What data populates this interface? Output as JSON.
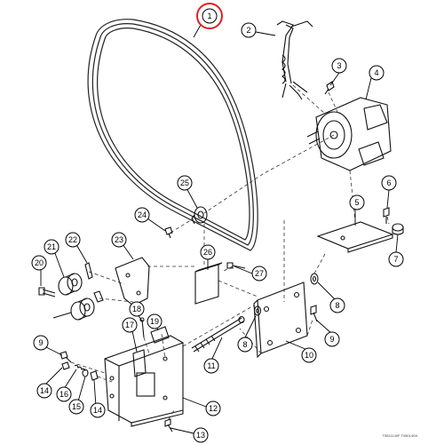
{
  "callouts": {
    "c1": "1",
    "c2": "2",
    "c3": "3",
    "c4": "4",
    "c5": "5",
    "c6": "6",
    "c7": "7",
    "c8a": "8",
    "c8b": "8",
    "c9a": "9",
    "c9b": "9",
    "c10": "10",
    "c11": "11",
    "c12": "12",
    "c13": "13",
    "c14a": "14",
    "c14b": "14",
    "c15": "15",
    "c16": "16",
    "c17": "17",
    "c18": "18",
    "c19": "19",
    "c20": "20",
    "c21": "21",
    "c22": "22",
    "c23": "23",
    "c24": "24",
    "c25": "25",
    "c26": "26",
    "c27": "27"
  },
  "highlight": {
    "callout": "1",
    "color": "#e02020"
  },
  "footer_ref": "T5811140F  T080140A"
}
